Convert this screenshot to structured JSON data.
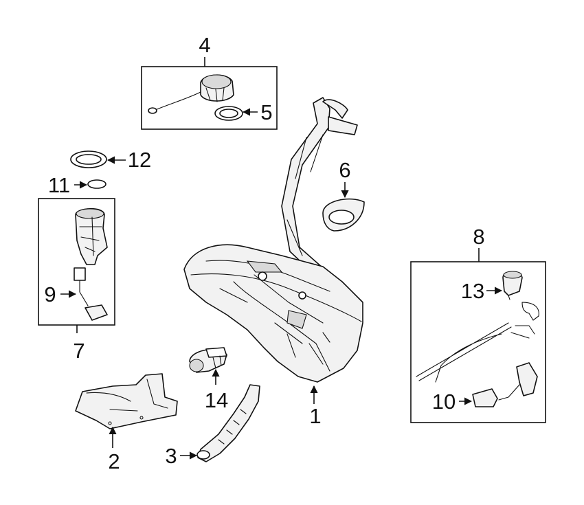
{
  "callouts": [
    {
      "id": "1",
      "label": "1"
    },
    {
      "id": "2",
      "label": "2"
    },
    {
      "id": "3",
      "label": "3"
    },
    {
      "id": "4",
      "label": "4"
    },
    {
      "id": "5",
      "label": "5"
    },
    {
      "id": "6",
      "label": "6"
    },
    {
      "id": "7",
      "label": "7"
    },
    {
      "id": "8",
      "label": "8"
    },
    {
      "id": "9",
      "label": "9"
    },
    {
      "id": "10",
      "label": "10"
    },
    {
      "id": "11",
      "label": "11"
    },
    {
      "id": "12",
      "label": "12"
    },
    {
      "id": "13",
      "label": "13"
    },
    {
      "id": "14",
      "label": "14"
    }
  ],
  "colors": {
    "line": "#111111",
    "fill": "#f2f2f2",
    "background": "#ffffff"
  }
}
